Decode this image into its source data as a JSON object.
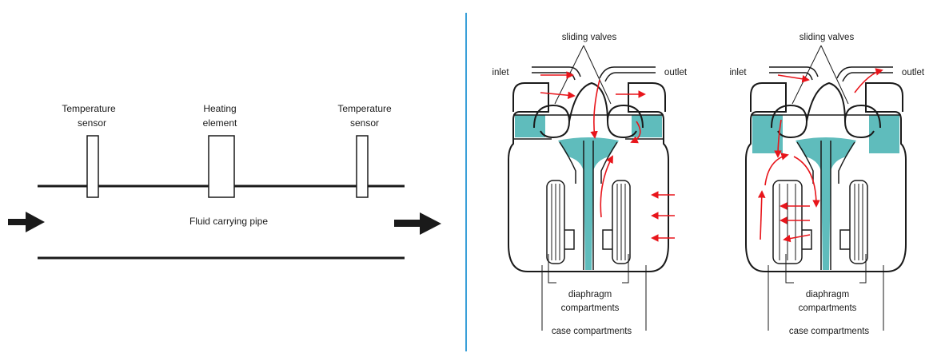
{
  "left_figure": {
    "sensor_left_line1": "Temperature",
    "sensor_left_line2": "sensor",
    "heater_line1": "Heating",
    "heater_line2": "element",
    "sensor_right_line1": "Temperature",
    "sensor_right_line2": "sensor",
    "pipe_label": "Fluid carrying pipe"
  },
  "right_figure": {
    "meters": [
      {
        "sliding_valves": "sliding valves",
        "inlet": "inlet",
        "outlet": "outlet",
        "diaphragm_line1": "diaphragm",
        "diaphragm_line2": "compartments",
        "case": "case compartments"
      },
      {
        "sliding_valves": "sliding valves",
        "inlet": "inlet",
        "outlet": "outlet",
        "diaphragm_line1": "diaphragm",
        "diaphragm_line2": "compartments",
        "case": "case compartments"
      }
    ]
  },
  "colors": {
    "line": "#1a1a1a",
    "teal": "#5fbcbc",
    "arrow_red": "#e8151b",
    "divider": "#3aa0d8"
  }
}
